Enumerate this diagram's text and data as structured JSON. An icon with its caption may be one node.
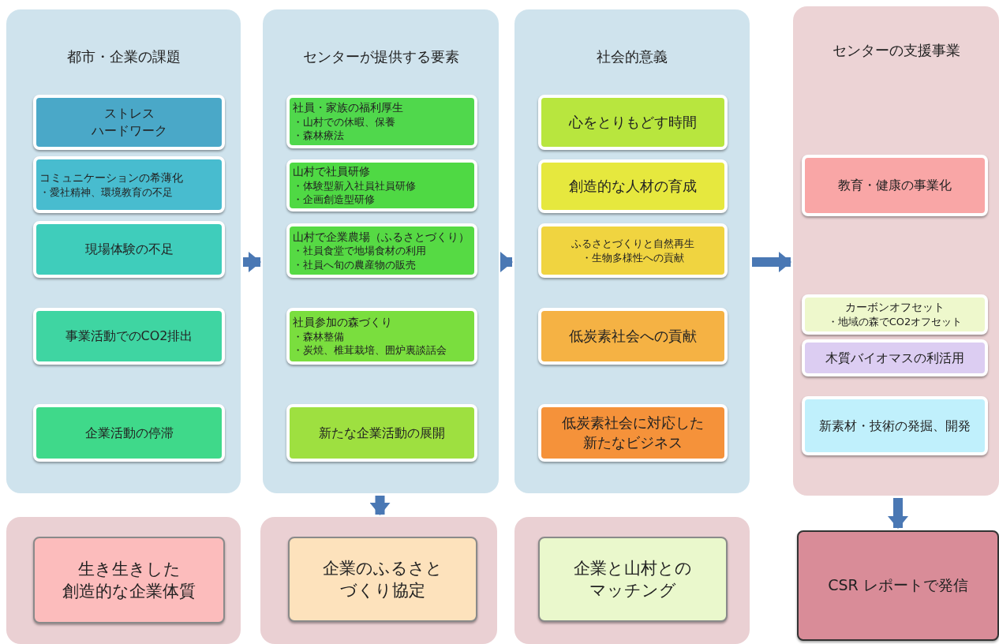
{
  "diagram": {
    "nodes": [
      {
        "text": [
          "都市・企業の課題"
        ]
      },
      {
        "text": [
          "ストレス",
          "ハードワーク"
        ],
        "in": 0
      },
      {
        "text": [
          "コミュニケーションの希薄化",
          "・愛社精神、環境教育の不足"
        ],
        "in": 0
      },
      {
        "text": [
          "現場体験の不足"
        ],
        "in": 0
      },
      {
        "text": [
          "事業活動でのCO2排出"
        ],
        "in": 0
      },
      {
        "text": [
          "企業活動の停滞"
        ],
        "in": 0
      },
      {
        "text": [
          "センターが提供する要素"
        ]
      },
      {
        "text": [
          "社員・家族の福利厚生",
          "・山村での休暇、保養",
          "・森林療法"
        ],
        "in": 6
      },
      {
        "text": [
          "山村で社員研修",
          "・体験型新入社員社員研修",
          "・企画創造型研修"
        ],
        "in": 6
      },
      {
        "text": [
          "山村で企業農場（ふるさとづくり）",
          "・社員食堂で地場食材の利用",
          "・社員へ旬の農産物の販売"
        ],
        "in": 6
      },
      {
        "text": [
          "社員参加の森づくり",
          "・森林整備",
          "・炭焼、椎茸栽培、囲炉裏談話会"
        ],
        "in": 6
      },
      {
        "text": [
          "新たな企業活動の展開"
        ],
        "in": 6
      },
      {
        "text": [
          "社会的意義"
        ]
      },
      {
        "text": [
          "心をとりもどす時間"
        ],
        "in": 12
      },
      {
        "text": [
          "創造的な人材の育成"
        ],
        "in": 12
      },
      {
        "text": [
          "ふるさとづくりと自然再生",
          "・生物多様性への貢献"
        ],
        "in": 12
      },
      {
        "text": [
          "低炭素社会への貢献"
        ],
        "in": 12
      },
      {
        "text": [
          "低炭素社会に対応した",
          "新たなビジネス"
        ],
        "in": 12
      },
      {
        "text": [
          "センターの支援事業"
        ]
      },
      {
        "text": [
          "教育・健康の事業化"
        ],
        "in": 18
      },
      {
        "text": [
          "カーボンオフセット",
          "・地域の森でCO2オフセット"
        ],
        "in": 18
      },
      {
        "text": [
          "木質バイオマスの利活用"
        ],
        "in": 18
      },
      {
        "text": [
          "新素材・技術の発掘、開発"
        ],
        "in": 18
      },
      {
        "text": [],
        "shape": "box"
      },
      {
        "text": [
          "生き生きした",
          "創造的な企業体質"
        ],
        "in": 23
      },
      {
        "text": [],
        "shape": "box"
      },
      {
        "text": [
          "企業のふるさと",
          "づくり協定"
        ],
        "in": 25
      },
      {
        "text": [],
        "shape": "box"
      },
      {
        "text": [
          "企業と山村との",
          "マッチング"
        ],
        "in": 27
      },
      {
        "text": [
          "CSR レポートで発信"
        ]
      }
    ],
    "edges": [
      {
        "from": 0,
        "to": 6,
        "arrow": "to"
      },
      {
        "from": 6,
        "to": 12,
        "arrow": "to"
      },
      {
        "from": 12,
        "to": 18,
        "arrow": "to"
      },
      {
        "from": 6,
        "to": 25,
        "arrow": "to"
      },
      {
        "from": 18,
        "to": 29,
        "arrow": "to"
      }
    ]
  }
}
